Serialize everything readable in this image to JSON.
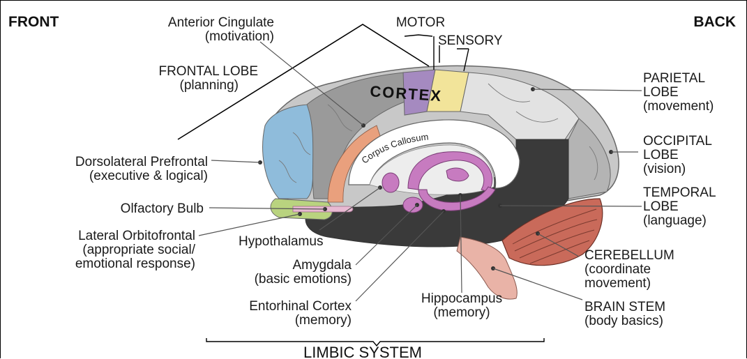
{
  "corners": {
    "front": "FRONT",
    "back": "BACK"
  },
  "cortex": {
    "motor": "MOTOR",
    "sensory": "SENSORY",
    "title": "CORTEX"
  },
  "corpus_callosum": "Corpus Callosum",
  "labels": {
    "anterior_cingulate": [
      "Anterior Cingulate",
      "(motivation)"
    ],
    "frontal_lobe": [
      "FRONTAL LOBE",
      "(planning)"
    ],
    "parietal_lobe": [
      "PARIETAL",
      "LOBE",
      "(movement)"
    ],
    "occipital_lobe": [
      "OCCIPITAL",
      "LOBE",
      "(vision)"
    ],
    "temporal_lobe": [
      "TEMPORAL",
      "LOBE",
      "(language)"
    ],
    "dorsolateral_prefrontal": [
      "Dorsolateral Prefrontal",
      "(executive & logical)"
    ],
    "olfactory_bulb": [
      "Olfactory Bulb"
    ],
    "lateral_orbitofrontal": [
      "Lateral Orbitofrontal",
      "(appropriate social/",
      "emotional response)"
    ],
    "hypothalamus": [
      "Hypothalamus"
    ],
    "amygdala": [
      "Amygdala",
      "(basic emotions)"
    ],
    "entorhinal_cortex": [
      "Entorhinal Cortex",
      "(memory)"
    ],
    "hippocampus": [
      "Hippocampus",
      "(memory)"
    ],
    "cerebellum": [
      "CEREBELLUM",
      "(coordinate",
      "movement)"
    ],
    "brain_stem": [
      "BRAIN STEM",
      "(body basics)"
    ]
  },
  "limbic_system": "LIMBIC SYSTEM",
  "colors": {
    "frontal_blue": "#8fbcdb",
    "motor_purple": "#a58ac0",
    "sensory_yellow": "#f2e49a",
    "cingulate_orange": "#e9a07d",
    "olfactory_green": "#b9d37f",
    "limbic_magenta": "#c77bc0",
    "temporal_dark": "#3a3a3a",
    "cerebellum_red": "#c96a5a",
    "brainstem_pink": "#e9b3a7"
  }
}
